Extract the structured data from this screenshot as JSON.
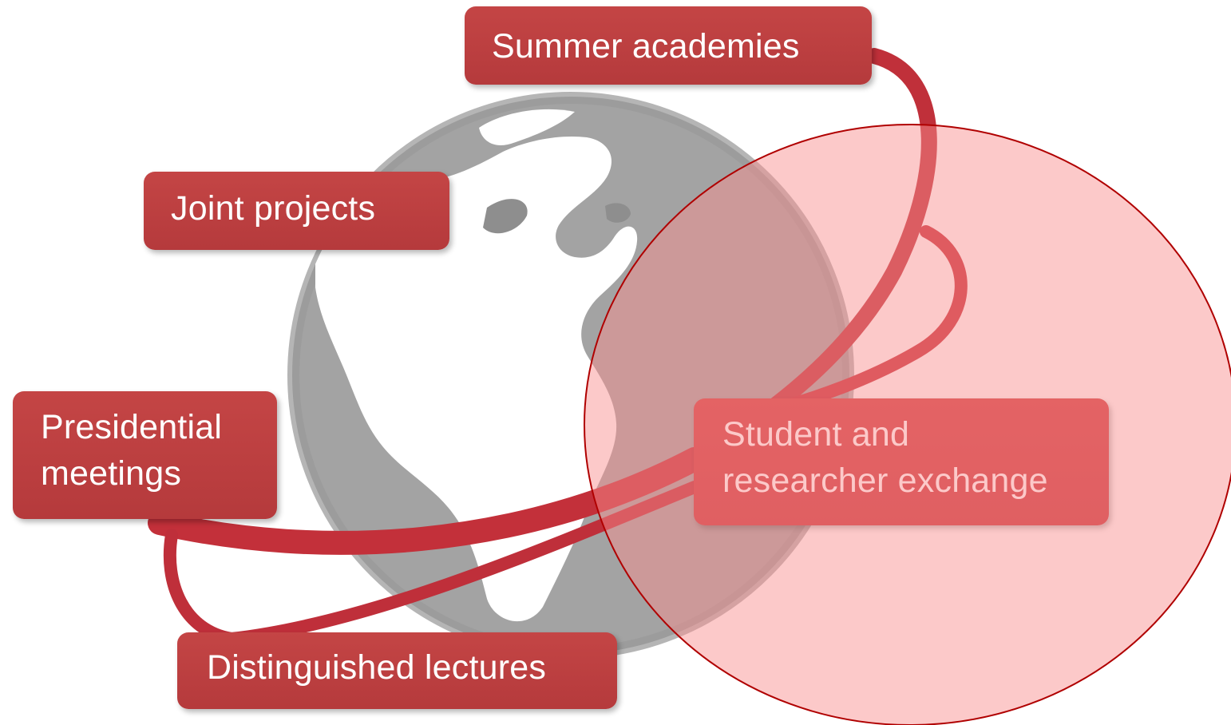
{
  "colors": {
    "box_fill": "#bd3f41",
    "ribbon": "#c42a35",
    "globe_gray": "#9a9a9a",
    "highlight_fill": "#fbb4b4",
    "highlight_stroke": "#b00000"
  },
  "globe": {
    "icon": "world-globe-icon"
  },
  "labels": {
    "summer": "Summer academies",
    "joint": "Joint projects",
    "presidential_line1": "Presidential",
    "presidential_line2": "meetings",
    "distinguished": "Distinguished lectures",
    "student_line1": "Student and",
    "student_line2": "researcher exchange"
  }
}
